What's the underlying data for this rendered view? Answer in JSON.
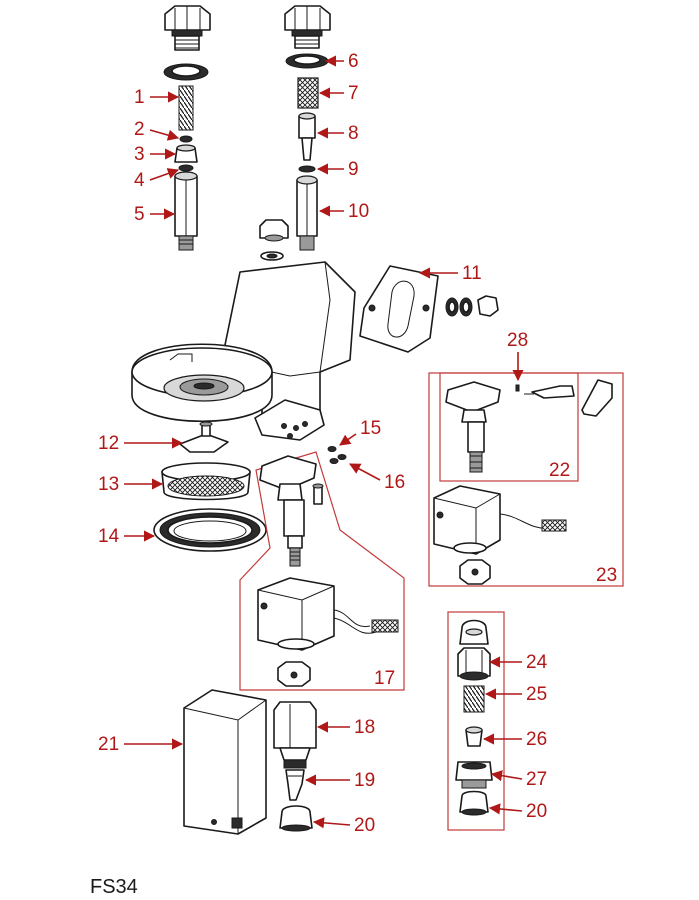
{
  "figure": {
    "code": "FS34",
    "accent_color": "#b01818",
    "callouts": [
      "1",
      "2",
      "3",
      "4",
      "5",
      "6",
      "7",
      "8",
      "9",
      "10",
      "11",
      "28",
      "12",
      "15",
      "13",
      "16",
      "14",
      "22",
      "17",
      "23",
      "24",
      "25",
      "18",
      "26",
      "21",
      "19",
      "27",
      "20",
      "20"
    ]
  }
}
